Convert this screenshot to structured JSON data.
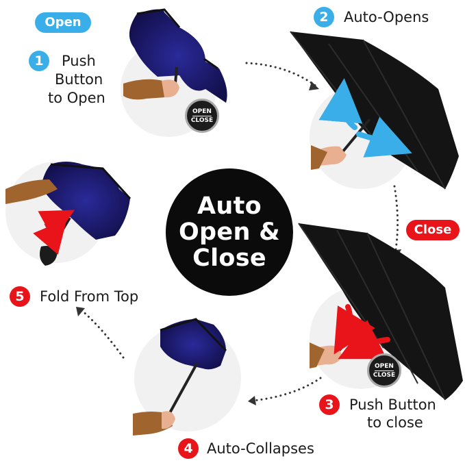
{
  "center": {
    "line1": "Auto",
    "line2": "Open &",
    "line3": "Close"
  },
  "pills": {
    "open": "Open",
    "close": "Close"
  },
  "steps": [
    {
      "number": "1",
      "line1": "Push",
      "line2": "Button",
      "line3": "to Open"
    },
    {
      "number": "2",
      "text": "Auto-Opens"
    },
    {
      "number": "3",
      "line1": "Push Button",
      "line2": "to close"
    },
    {
      "number": "4",
      "text": "Auto-Collapses"
    },
    {
      "number": "5",
      "text": "Fold From Top"
    }
  ],
  "badges": [
    {
      "top": "OPEN",
      "bottom": "CLOSE"
    },
    {
      "top": "OPEN",
      "bottom": "CLOSE"
    }
  ],
  "colors": {
    "blue": "#3aaee8",
    "red": "#e8141a",
    "canopy_black": "#141414",
    "canopy_navy": "#1f1a6e",
    "skin_sleeve": "#a0642f"
  }
}
